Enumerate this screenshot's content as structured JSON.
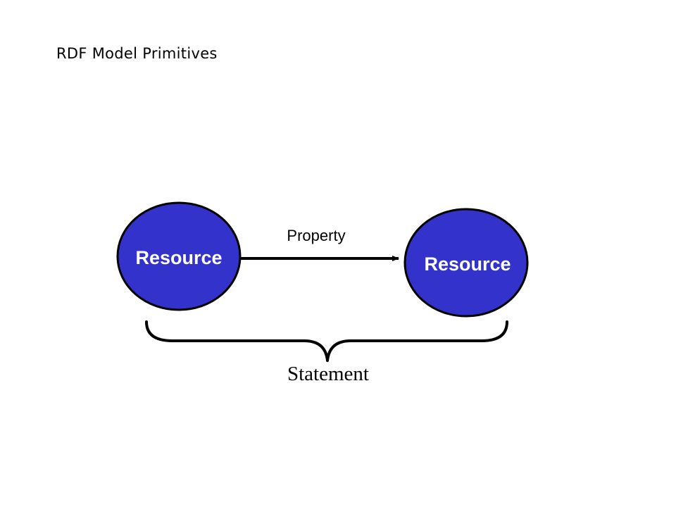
{
  "slide": {
    "title": "RDF Model Primitives"
  },
  "diagram": {
    "nodes": [
      {
        "id": "subject",
        "label": "Resource"
      },
      {
        "id": "object",
        "label": "Resource"
      }
    ],
    "edge": {
      "from": "subject",
      "to": "object",
      "label": "Property"
    },
    "group_label": "Statement"
  },
  "colors": {
    "node_fill": "#3333cc",
    "node_stroke": "#000000",
    "node_text": "#ffffff",
    "line": "#000000"
  }
}
